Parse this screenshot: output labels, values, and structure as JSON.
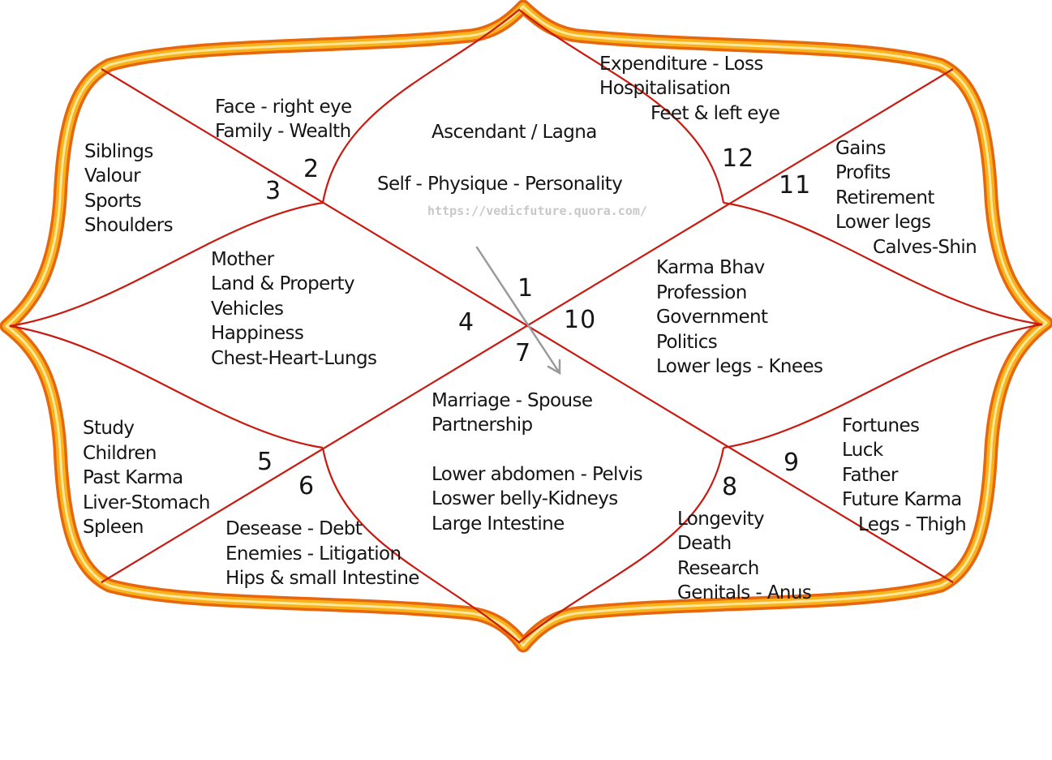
{
  "watermark": "https://vedicfuture.quora.com/",
  "colors": {
    "frame_outer": "#e8660c",
    "frame_inner": "#f7b21c",
    "frame_core": "#fde79a",
    "lines": "#c81a10"
  },
  "houses": [
    {
      "number": "1",
      "lines": [
        "Ascendant / Lagna",
        "Self - Physique - Personality"
      ]
    },
    {
      "number": "2",
      "lines": [
        "Face - right eye",
        "Family -  Wealth"
      ]
    },
    {
      "number": "3",
      "lines": [
        "Siblings",
        "Valour",
        "Sports",
        "Shoulders"
      ]
    },
    {
      "number": "4",
      "lines": [
        "Mother",
        "Land & Property",
        "Vehicles",
        "Happiness",
        "Chest-Heart-Lungs"
      ]
    },
    {
      "number": "5",
      "lines": [
        "Study",
        "Children",
        "Past Karma",
        "Liver-Stomach",
        "Spleen"
      ]
    },
    {
      "number": "6",
      "lines": [
        "Desease - Debt",
        "Enemies - Litigation",
        "Hips & small Intestine"
      ]
    },
    {
      "number": "7",
      "lines": [
        "Marriage - Spouse",
        "Partnership",
        "",
        "Lower abdomen - Pelvis",
        "Loswer belly-Kidneys",
        "Large Intestine"
      ]
    },
    {
      "number": "8",
      "lines": [
        "Longevity",
        "Death",
        "Research",
        "Genitals - Anus"
      ]
    },
    {
      "number": "9",
      "lines": [
        "Fortunes",
        "Luck",
        "Father",
        "Future Karma",
        "Legs - Thigh"
      ]
    },
    {
      "number": "10",
      "lines": [
        "Karma Bhav",
        "Profession",
        "Government",
        "Politics",
        "Lower legs - Knees"
      ]
    },
    {
      "number": "11",
      "lines": [
        "Gains",
        "Profits",
        "Retirement",
        "Lower legs",
        "Calves-Shin"
      ]
    },
    {
      "number": "12",
      "lines": [
        "Expenditure - Loss",
        "Hospitalisation",
        "Feet & left eye"
      ]
    }
  ]
}
